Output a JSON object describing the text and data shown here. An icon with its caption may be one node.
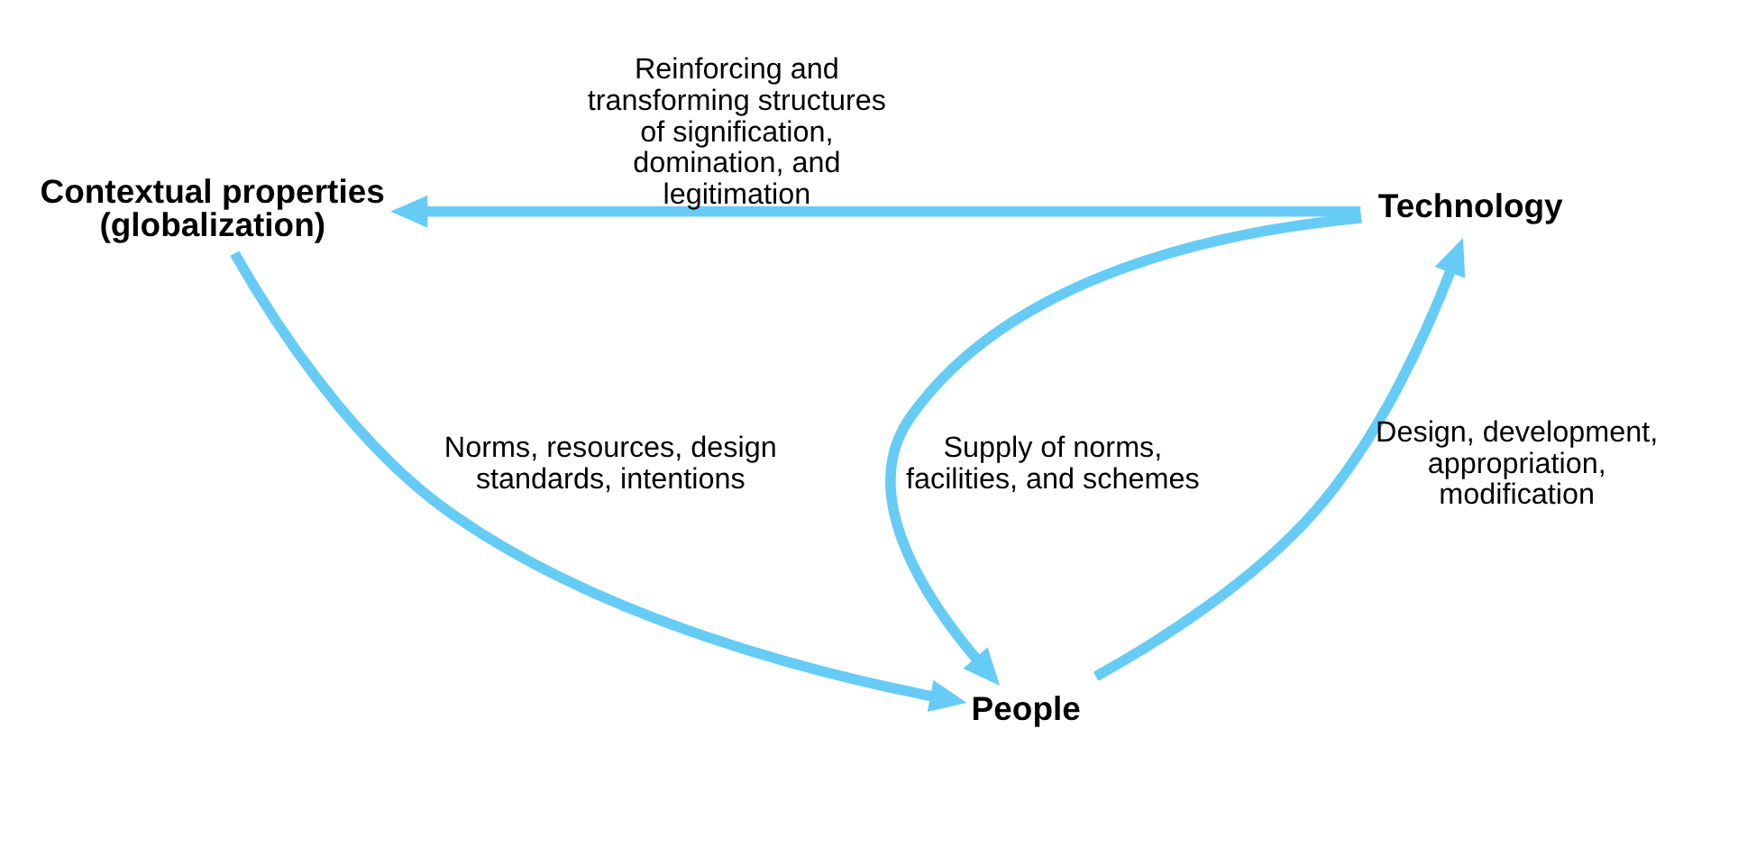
{
  "diagram": {
    "nodes": [
      {
        "text": [
          "Contextual properties (globalization)"
        ]
      },
      {
        "text": [
          "Technology"
        ]
      },
      {
        "text": [
          "People"
        ]
      }
    ],
    "edges": [
      {
        "from": 1,
        "to": 0,
        "arrow": "to",
        "label": "Reinforcing and transforming structures of signification, domination, and legitimation"
      },
      {
        "from": 0,
        "to": 2,
        "arrow": "to",
        "label": "Norms, resources, design standards, intentions"
      },
      {
        "from": 2,
        "to": 1,
        "arrow": "to",
        "label": "Design, development, appropriation, modification"
      },
      {
        "from": 1,
        "to": 2,
        "arrow": "to",
        "label": "Supply of norms, facilities, and schemes"
      }
    ]
  }
}
